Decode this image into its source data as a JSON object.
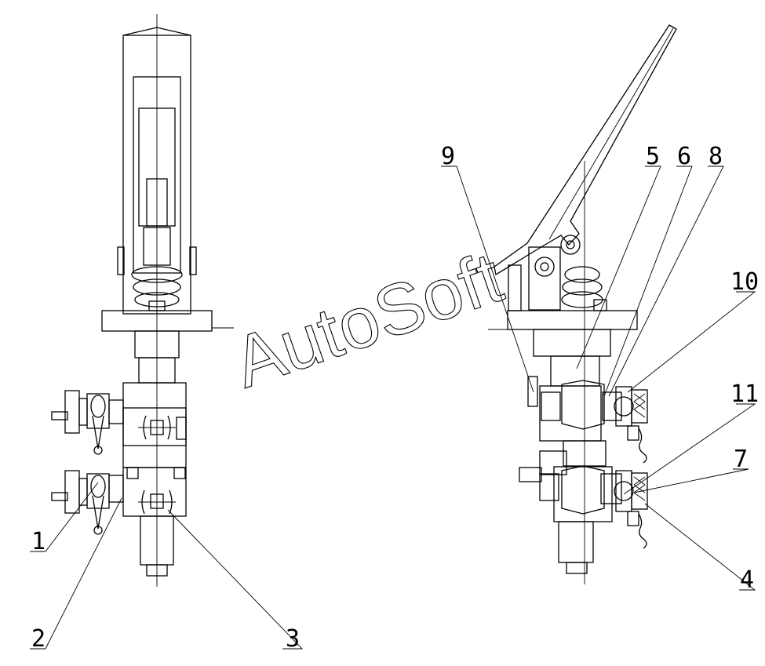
{
  "watermark": "AutoSoft",
  "callouts": [
    "1",
    "2",
    "3",
    "4",
    "5",
    "6",
    "7",
    "8",
    "9",
    "10",
    "11"
  ]
}
